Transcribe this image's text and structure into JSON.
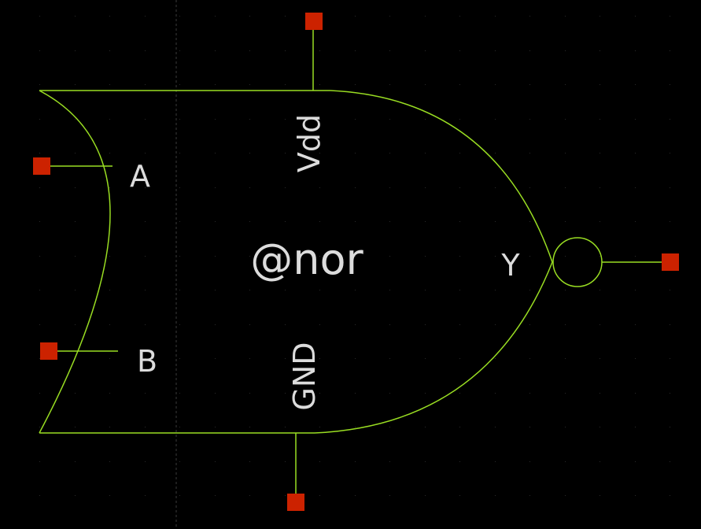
{
  "symbol": {
    "name_label": "@nor",
    "pins": {
      "input_a": "A",
      "input_b": "B",
      "output_y": "Y",
      "supply": "Vdd",
      "ground": "GND"
    }
  },
  "colors": {
    "background": "#000000",
    "outline": "#99dd22",
    "pin_marker": "#cc2200",
    "label_text": "#dcdcdc",
    "grid_dot": "#2a2a2a",
    "axis_line": "#3c3c3c"
  },
  "grid": {
    "visible": true
  }
}
